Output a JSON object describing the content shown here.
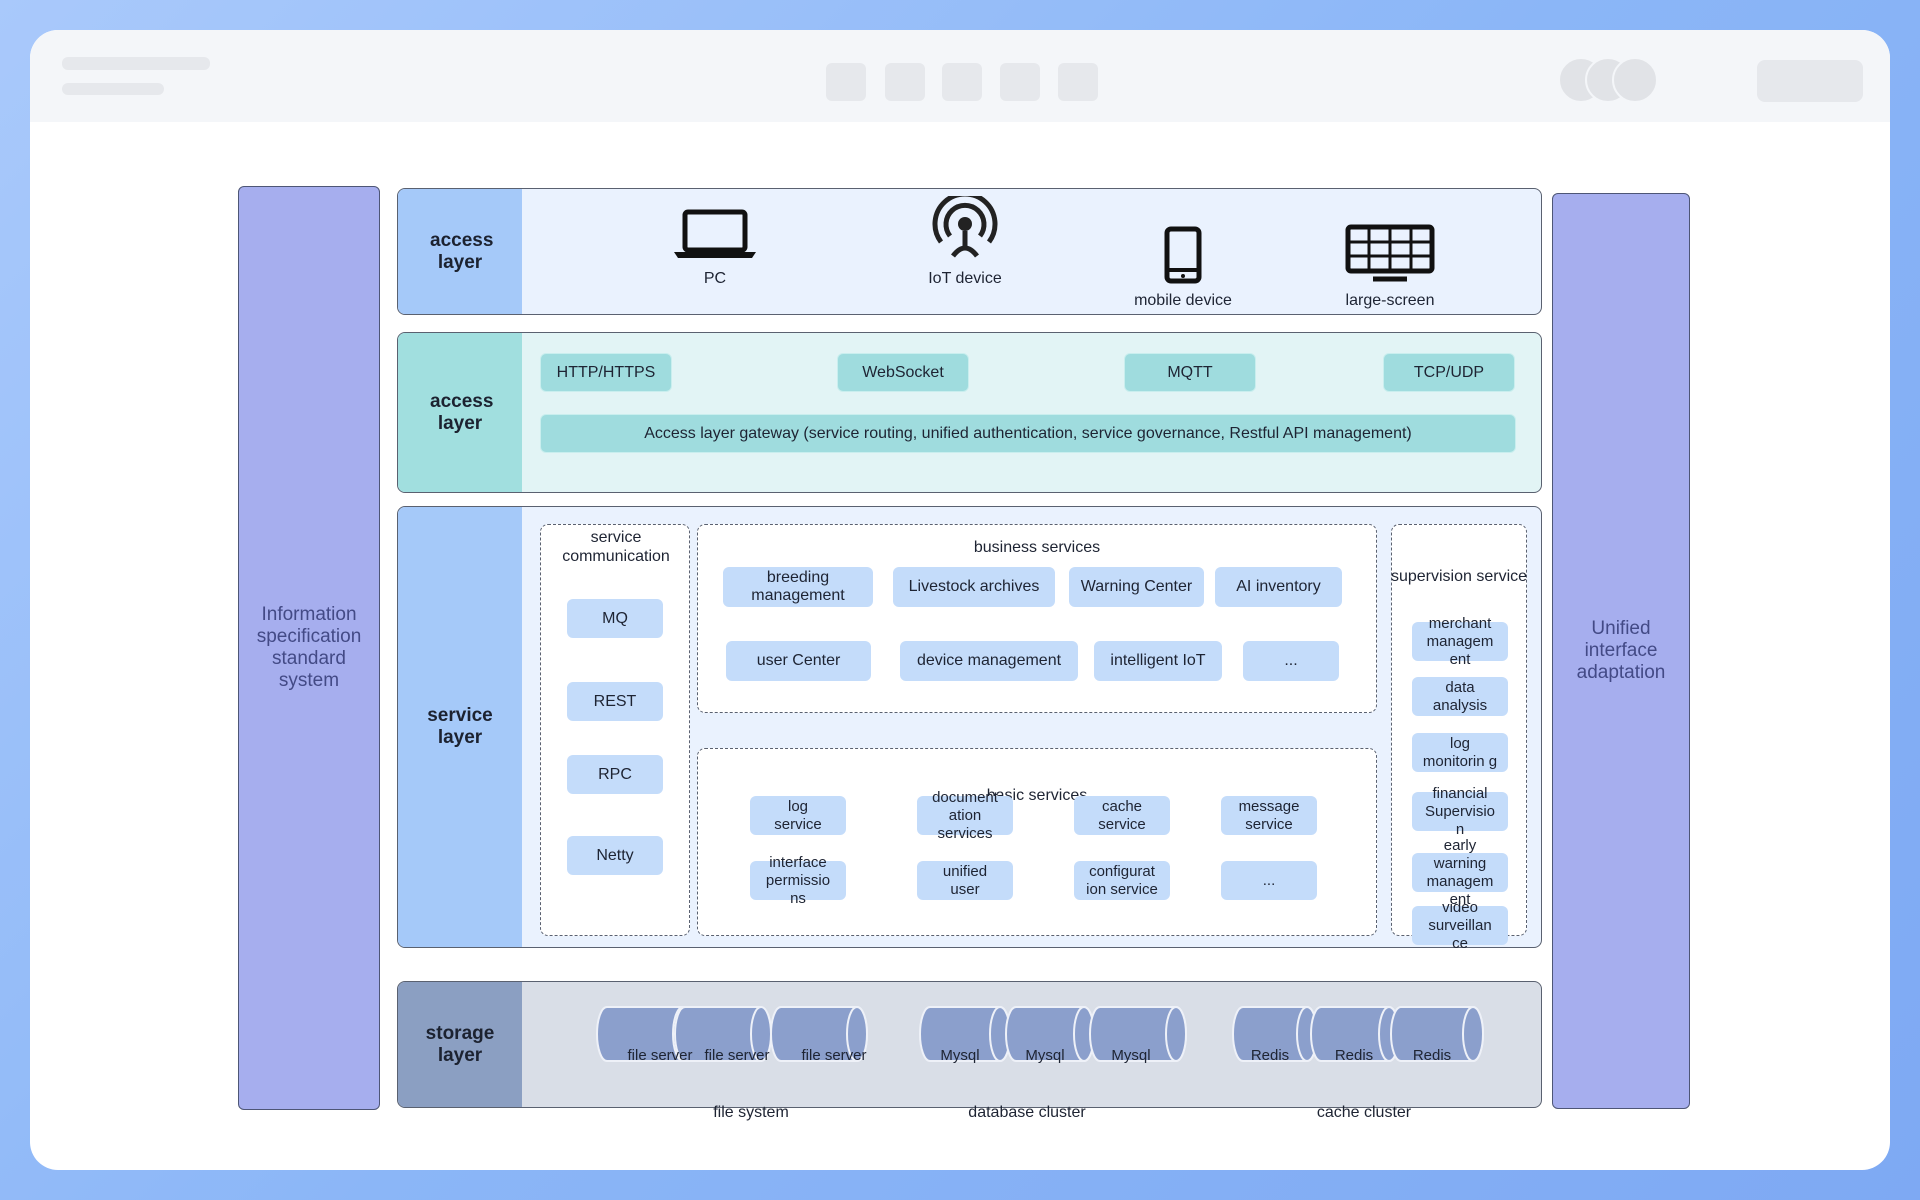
{
  "left_sidebar": {
    "label": "Information specification standard system"
  },
  "right_sidebar": {
    "label": "Unified interface adaptation"
  },
  "terminal_layer": {
    "label": "access layer",
    "devices": [
      {
        "label": "PC",
        "icon": "laptop-icon"
      },
      {
        "label": "IoT device",
        "icon": "iot-signal-icon"
      },
      {
        "label": "mobile device",
        "icon": "mobile-phone-icon"
      },
      {
        "label": "large-screen",
        "icon": "large-screen-icon"
      }
    ]
  },
  "access_layer": {
    "label": "access layer",
    "protocols": [
      "HTTP/HTTPS",
      "WebSocket",
      "MQTT",
      "TCP/UDP"
    ],
    "gateway": "Access layer gateway (service routing, unified authentication, service governance, Restful API management)"
  },
  "service_layer": {
    "label": "service layer",
    "communication": {
      "title": "service communication",
      "items": [
        "MQ",
        "REST",
        "RPC",
        "Netty"
      ]
    },
    "business": {
      "title": "business services",
      "items": [
        "breeding management",
        "Livestock archives",
        "Warning Center",
        "AI inventory",
        "user Center",
        "device management",
        "intelligent IoT",
        "..."
      ]
    },
    "basic": {
      "title": "basic services",
      "items": [
        "log service",
        "document ation services",
        "cache service",
        "message service",
        "interface permissio ns",
        "unified user",
        "configurat ion service",
        "..."
      ]
    },
    "supervision": {
      "title": "supervision service",
      "items": [
        "merchant managem ent",
        "data analysis",
        "log monitorin g",
        "financial Supervisio n",
        "early warning managem ent",
        "video surveillan ce"
      ]
    }
  },
  "storage_layer": {
    "label": "storage layer",
    "groups": [
      {
        "label": "file system",
        "nodes": [
          "file server",
          "file server",
          "file server"
        ]
      },
      {
        "label": "database cluster",
        "nodes": [
          "Mysql",
          "Mysql",
          "Mysql"
        ]
      },
      {
        "label": "cache cluster",
        "nodes": [
          "Redis",
          "Redis",
          "Redis"
        ]
      }
    ]
  },
  "colors": {
    "side": "#a6aeee",
    "terminal_bg": "#eaf2fe",
    "terminal_label": "#a5c9f9",
    "access_bg": "#e2f4f5",
    "access_label": "#a1dfdf",
    "service_bg": "#eaf2fe",
    "service_label": "#a5c9f9",
    "storage_bg": "#d9dee7",
    "storage_label": "#8b9fc2",
    "cylinder": "#8b9fcc"
  }
}
